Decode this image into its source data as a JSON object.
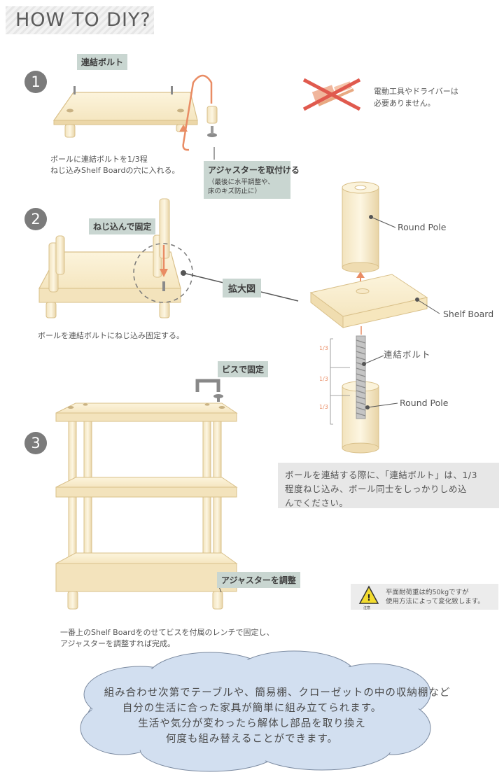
{
  "header": {
    "title": "HOW TO DIY?"
  },
  "steps": [
    {
      "number": "1",
      "tag": "連結ボルト",
      "caption_lines": [
        "ボールに連結ボルトを1/3程",
        "ねじ込みShelf Boardの穴に入れる。"
      ],
      "adjuster_tag": "アジャスターを取付ける",
      "adjuster_note_lines": [
        "（最後に水平調整や、",
        "床のキズ防止に）"
      ]
    },
    {
      "number": "2",
      "tag": "ねじ込んで固定",
      "caption": "ボールを連結ボルトにねじ込み固定する。"
    },
    {
      "number": "3",
      "tag": "ビスで固定",
      "adjuster_tag": "アジャスターを調整",
      "caption_lines": [
        "一番上のShelf Boardをのせてビスを付属のレンチで固定し、",
        "アジャスターを調整すれば完成。"
      ]
    }
  ],
  "no_tools": {
    "lines": [
      "電動工具やドライバーは",
      "必要ありません。"
    ]
  },
  "zoom": {
    "tag": "拡大図",
    "labels": {
      "round_pole_top": "Round Pole",
      "shelf_board": "Shelf Board",
      "bolt": "連結ボルト",
      "round_pole_bottom": "Round Pole"
    },
    "fraction": "1/3"
  },
  "note": {
    "lines": [
      "ボールを連結する際に、「連結ボルト」は、1/3",
      "程度ねじ込み、ボール同士をしっかりしめ込",
      "んでください。"
    ]
  },
  "warning": {
    "icon_label": "注意",
    "lines": [
      "平面耐荷重は約50kgですが",
      "使用方法によって変化致します。"
    ]
  },
  "cloud": {
    "lines": [
      "組み合わせ次第でテーブルや、簡易棚、クローゼットの中の収納棚など",
      "自分の生活に合った家具が簡単に組み立てられます。",
      "生活や気分が変わったら解体し部品を取り換え",
      "何度も組み替えることができます。"
    ]
  },
  "colors": {
    "wood": "#faf0d4",
    "wood_edge": "#d9c08a",
    "accent_orange": "#e98c64",
    "tag_bg": "#c9d6d1",
    "cloud": "#d2dff0"
  }
}
